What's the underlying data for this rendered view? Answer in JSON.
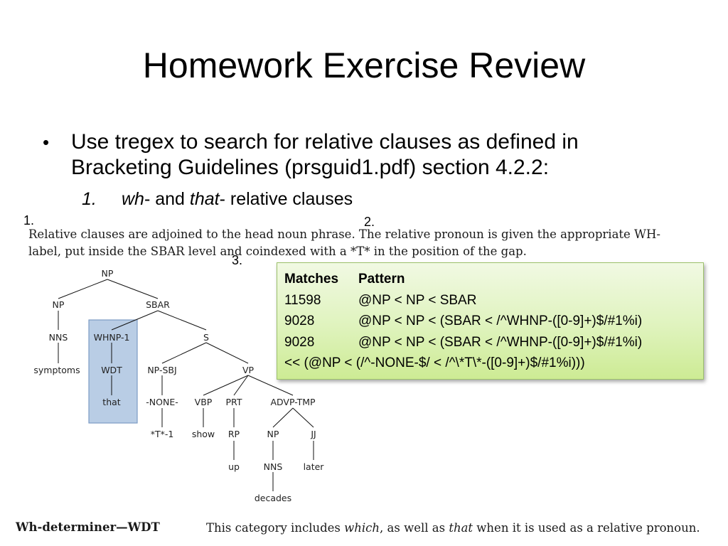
{
  "slide": {
    "title": "Homework Exercise Review",
    "bullet": "Use tregex to search for relative clauses as defined in Bracketing Guidelines (prsguid1.pdf) section 4.2.2:",
    "sub_item": {
      "number": "1.",
      "wh": "wh",
      "mid": "- and ",
      "that": "that",
      "rest": "- relative clauses"
    },
    "labels": {
      "one": "1.",
      "two": "2.",
      "three": "3."
    },
    "guideline_line1": "Relative clauses are adjoined to the head noun phrase. The relative pronoun is given the appropriate WH-",
    "guideline_line2a": "label, put inside the SBAR level",
    "guideline_line2b": "and coindexed with a *T* in the position of the gap.",
    "bottom_left": "Wh-determiner—WDT",
    "bottom_right_a": "This category includes ",
    "bottom_right_which": "which",
    "bottom_right_b": ", as well as ",
    "bottom_right_that": "that",
    "bottom_right_c": " when it is used as a relative pronoun."
  },
  "tree": {
    "nodes": {
      "np_root": "NP",
      "np": "NP",
      "sbar": "SBAR",
      "nns": "NNS",
      "whnp": "WHNP-1",
      "s": "S",
      "symptoms": "symptoms",
      "wdt": "WDT",
      "npsbj": "NP-SBJ",
      "vp": "VP",
      "that": "that",
      "none": "-NONE-",
      "vbp": "VBP",
      "prt": "PRT",
      "advp": "ADVP-TMP",
      "t1": "*T*-1",
      "show": "show",
      "rp": "RP",
      "np2": "NP",
      "jj": "JJ",
      "up": "up",
      "nns2": "NNS",
      "later": "later",
      "decades": "decades"
    },
    "colors": {
      "root": "#e8251f",
      "highlight_fill": "#b9cde5",
      "highlight_border": "#7c9bc4"
    }
  },
  "matches": {
    "header": {
      "count": "Matches",
      "pattern": "Pattern"
    },
    "rows": [
      {
        "count": "11598",
        "pattern": "@NP < NP < SBAR"
      },
      {
        "count": "9028",
        "pattern": "@NP < NP < (SBAR < /^WHNP-([0-9]+)$/#1%i)"
      },
      {
        "count": "9028",
        "pattern": "@NP < NP < (SBAR < /^WHNP-([0-9]+)$/#1%i)"
      }
    ],
    "last_line": "<< (@NP < (/^-NONE-$/ < /^\\*T\\*-([0-9]+)$/#1%i)))"
  }
}
